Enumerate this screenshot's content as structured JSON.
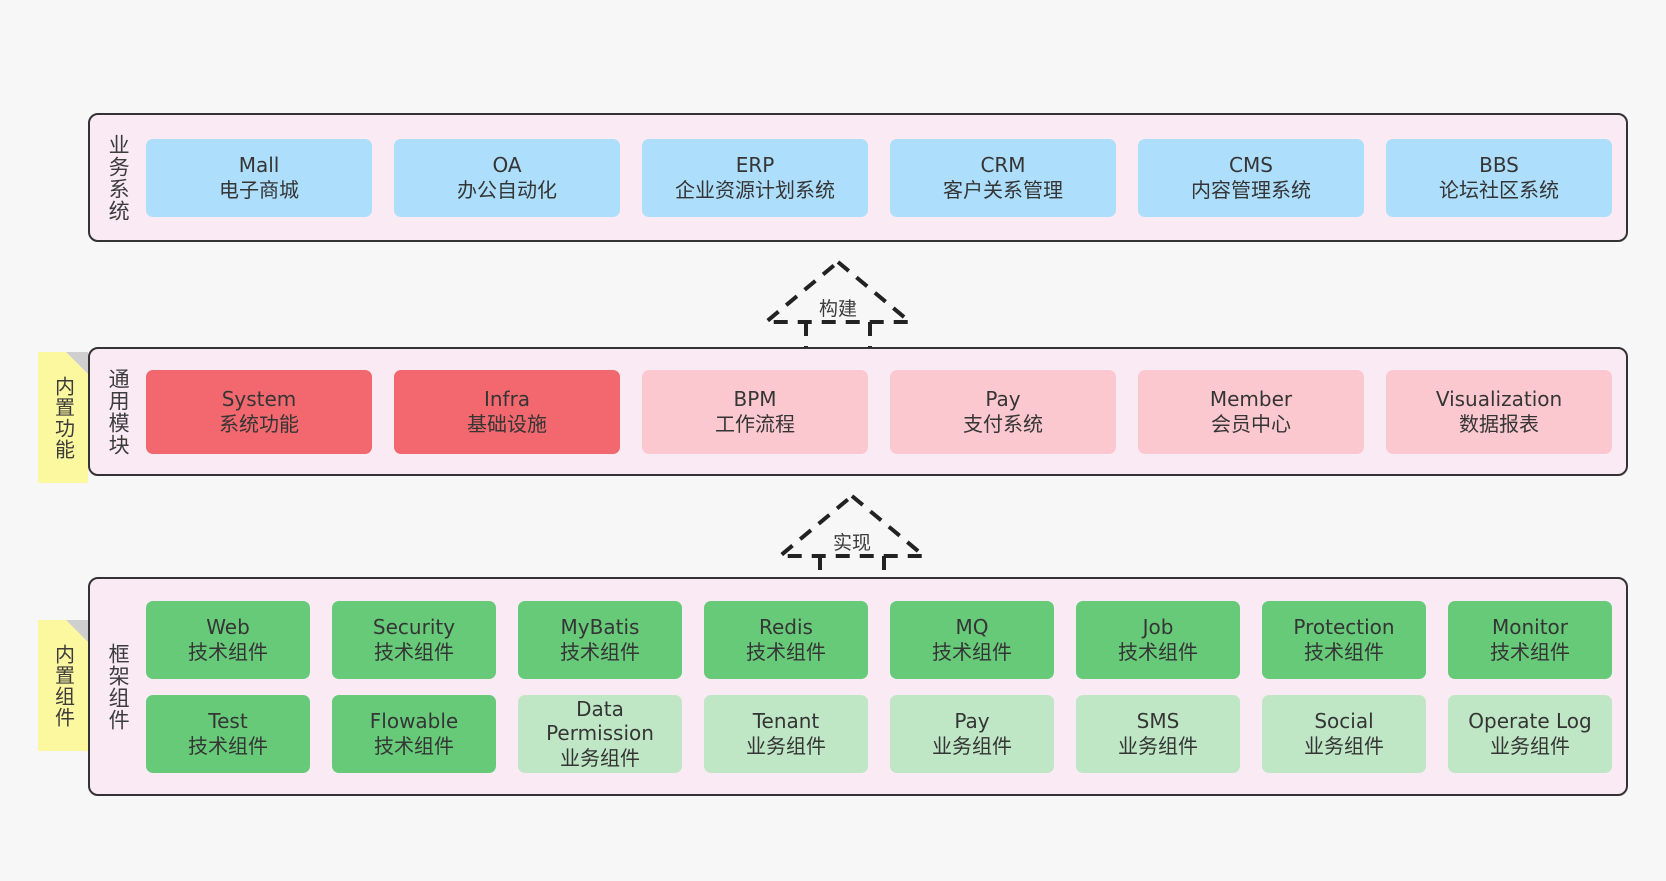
{
  "canvas": {
    "background": "#f7f7f7"
  },
  "palette": {
    "layer_bg": "#f9eaf4",
    "layer_border": "#333333",
    "business_card": "#addefb",
    "module_core": "#f2686e",
    "module_other": "#fcc8d0",
    "tech_component": "#67ca79",
    "biz_component": "#bfe7c6",
    "note_bg": "#fcf8a0",
    "note_fold": "#cfcfcf"
  },
  "layers": [
    {
      "id": "business-system",
      "title": "业务系统",
      "rows": [
        [
          {
            "en": "Mall",
            "cn": "电子商城",
            "style": "biz"
          },
          {
            "en": "OA",
            "cn": "办公自动化",
            "style": "biz"
          },
          {
            "en": "ERP",
            "cn": "企业资源计划系统",
            "style": "biz"
          },
          {
            "en": "CRM",
            "cn": "客户关系管理",
            "style": "biz"
          },
          {
            "en": "CMS",
            "cn": "内容管理系统",
            "style": "biz"
          },
          {
            "en": "BBS",
            "cn": "论坛社区系统",
            "style": "biz"
          }
        ]
      ]
    },
    {
      "id": "common-module",
      "title": "通用模块",
      "note": "内置功能",
      "rows": [
        [
          {
            "en": "System",
            "cn": "系统功能",
            "style": "redm"
          },
          {
            "en": "Infra",
            "cn": "基础设施",
            "style": "redm"
          },
          {
            "en": "BPM",
            "cn": "工作流程",
            "style": "pinkm"
          },
          {
            "en": "Pay",
            "cn": "支付系统",
            "style": "pinkm"
          },
          {
            "en": "Member",
            "cn": "会员中心",
            "style": "pinkm"
          },
          {
            "en": "Visualization",
            "cn": "数据报表",
            "style": "pinkm"
          }
        ]
      ]
    },
    {
      "id": "framework-component",
      "title": "框架组件",
      "note": "内置组件",
      "rows": [
        [
          {
            "en": "Web",
            "cn": "技术组件",
            "style": "grn"
          },
          {
            "en": "Security",
            "cn": "技术组件",
            "style": "grn"
          },
          {
            "en": "MyBatis",
            "cn": "技术组件",
            "style": "grn"
          },
          {
            "en": "Redis",
            "cn": "技术组件",
            "style": "grn"
          },
          {
            "en": "MQ",
            "cn": "技术组件",
            "style": "grn"
          },
          {
            "en": "Job",
            "cn": "技术组件",
            "style": "grn"
          },
          {
            "en": "Protection",
            "cn": "技术组件",
            "style": "grn"
          },
          {
            "en": "Monitor",
            "cn": "技术组件",
            "style": "grn"
          }
        ],
        [
          {
            "en": "Test",
            "cn": "技术组件",
            "style": "grn"
          },
          {
            "en": "Flowable",
            "cn": "技术组件",
            "style": "grn"
          },
          {
            "en": "Data Permission",
            "cn": "业务组件",
            "style": "grnlt"
          },
          {
            "en": "Tenant",
            "cn": "业务组件",
            "style": "grnlt"
          },
          {
            "en": "Pay",
            "cn": "业务组件",
            "style": "grnlt"
          },
          {
            "en": "SMS",
            "cn": "业务组件",
            "style": "grnlt"
          },
          {
            "en": "Social",
            "cn": "业务组件",
            "style": "grnlt"
          },
          {
            "en": "Operate Log",
            "cn": "业务组件",
            "style": "grnlt"
          }
        ]
      ]
    }
  ],
  "connectors": [
    {
      "id": "build",
      "label": "构建"
    },
    {
      "id": "implement",
      "label": "实现"
    }
  ]
}
